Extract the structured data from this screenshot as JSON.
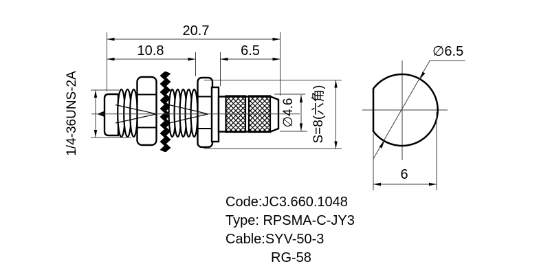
{
  "drawing": {
    "title": "RPSMA connector technical drawing",
    "dimensions": {
      "total_length": "20.7",
      "front_length": "10.8",
      "rear_length": "6.5",
      "thread_spec": "1/4-36UNS-2A",
      "body_diameter": "∅4.6",
      "hex_size": "S=8(六角)",
      "end_diameter": "∅6.5",
      "end_flat_width": "6"
    },
    "colors": {
      "outline": "#000000",
      "thin_line": "#3d3d3d",
      "background": "#ffffff"
    }
  },
  "info": {
    "code": "Code:JC3.660.1048",
    "type": "Type: RPSMA-C-JY3",
    "cable": "Cable:SYV-50-3",
    "cable2": "RG-58"
  }
}
